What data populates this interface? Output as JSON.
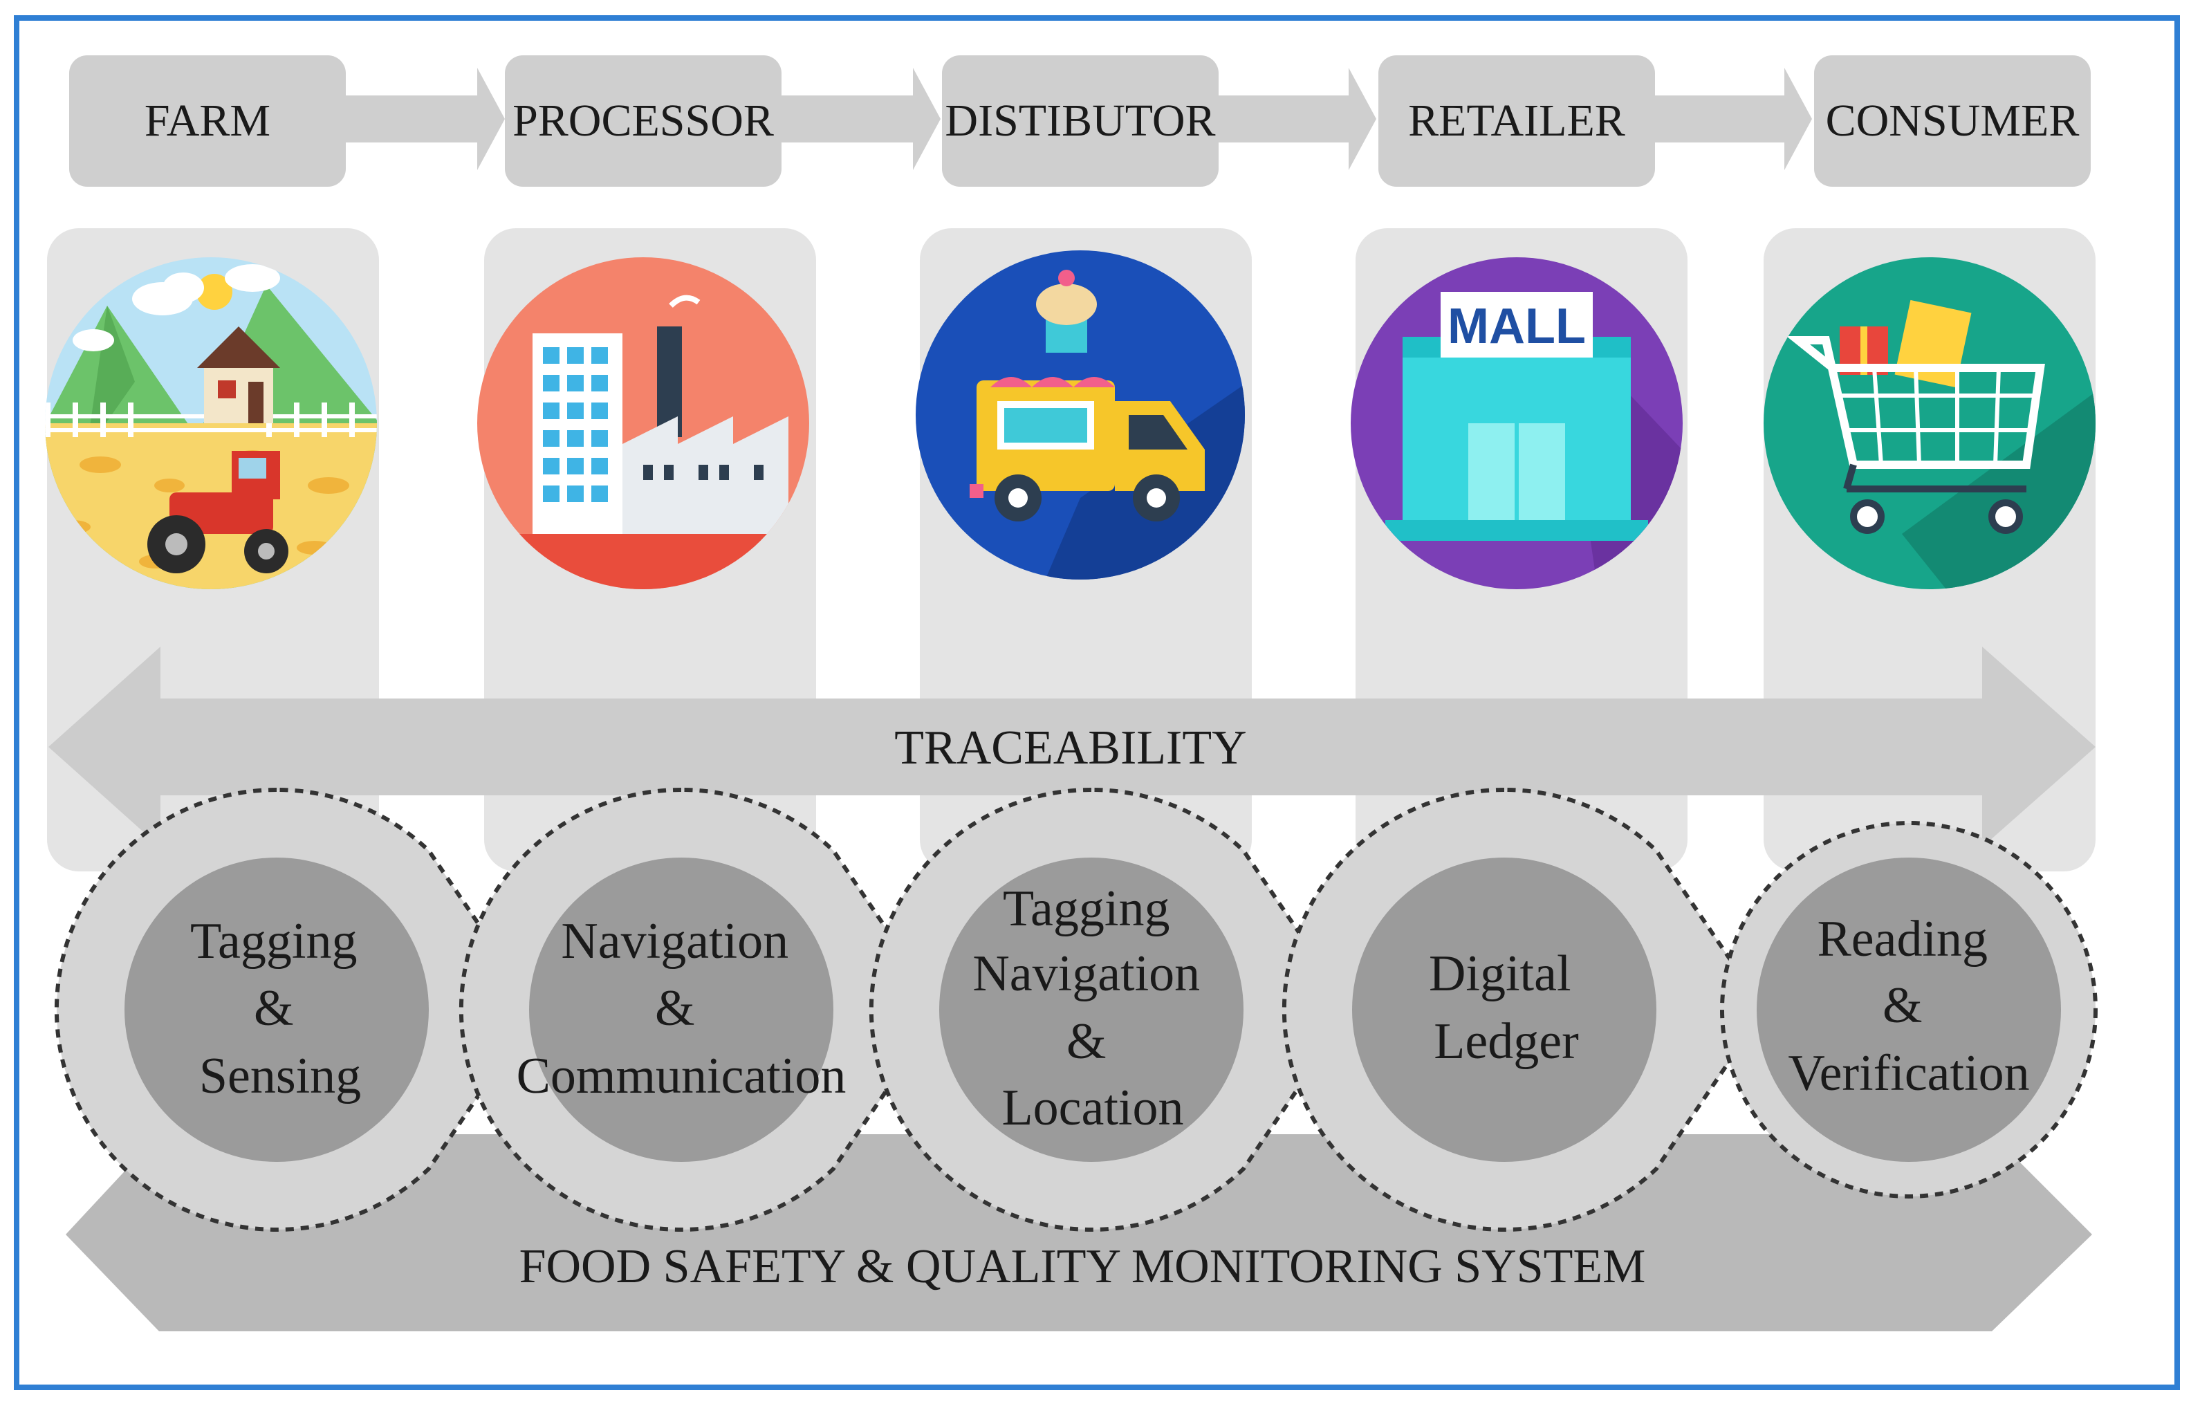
{
  "stages": [
    {
      "label": "FARM",
      "icon": "farm-scene-icon"
    },
    {
      "label": "PROCESSOR",
      "icon": "factory-icon"
    },
    {
      "label": "DISTIBUTOR",
      "icon": "food-truck-icon"
    },
    {
      "label": "RETAILER",
      "icon": "mall-icon"
    },
    {
      "label": "CONSUMER",
      "icon": "shopping-cart-icon"
    }
  ],
  "mall_sign": "MALL",
  "traceability_label": "TRACEABILITY",
  "steps": [
    {
      "lines": [
        "Tagging",
        "&",
        "Sensing"
      ]
    },
    {
      "lines": [
        "Navigation",
        "&",
        "Communication"
      ]
    },
    {
      "lines": [
        "Tagging",
        "Navigation",
        "&",
        "Location"
      ]
    },
    {
      "lines": [
        "Digital",
        "Ledger"
      ]
    },
    {
      "lines": [
        "Reading",
        "&",
        "Verification"
      ]
    }
  ],
  "system_label": "FOOD SAFETY & QUALITY MONITORING SYSTEM",
  "colors": {
    "frame_border": "#2f7fd4",
    "box_gray": "#cfcfcf",
    "panel_gray": "#e4e4e4",
    "arrow_gray": "#cccccc",
    "step_outer": "#d5d5d5",
    "step_inner": "#9b9b9b",
    "farm_sky": "#b9e2f5",
    "processor_bg": "#f4836b",
    "distributor_bg": "#1a4fb8",
    "retailer_bg": "#7b3fb6",
    "consumer_bg": "#17a58a"
  }
}
